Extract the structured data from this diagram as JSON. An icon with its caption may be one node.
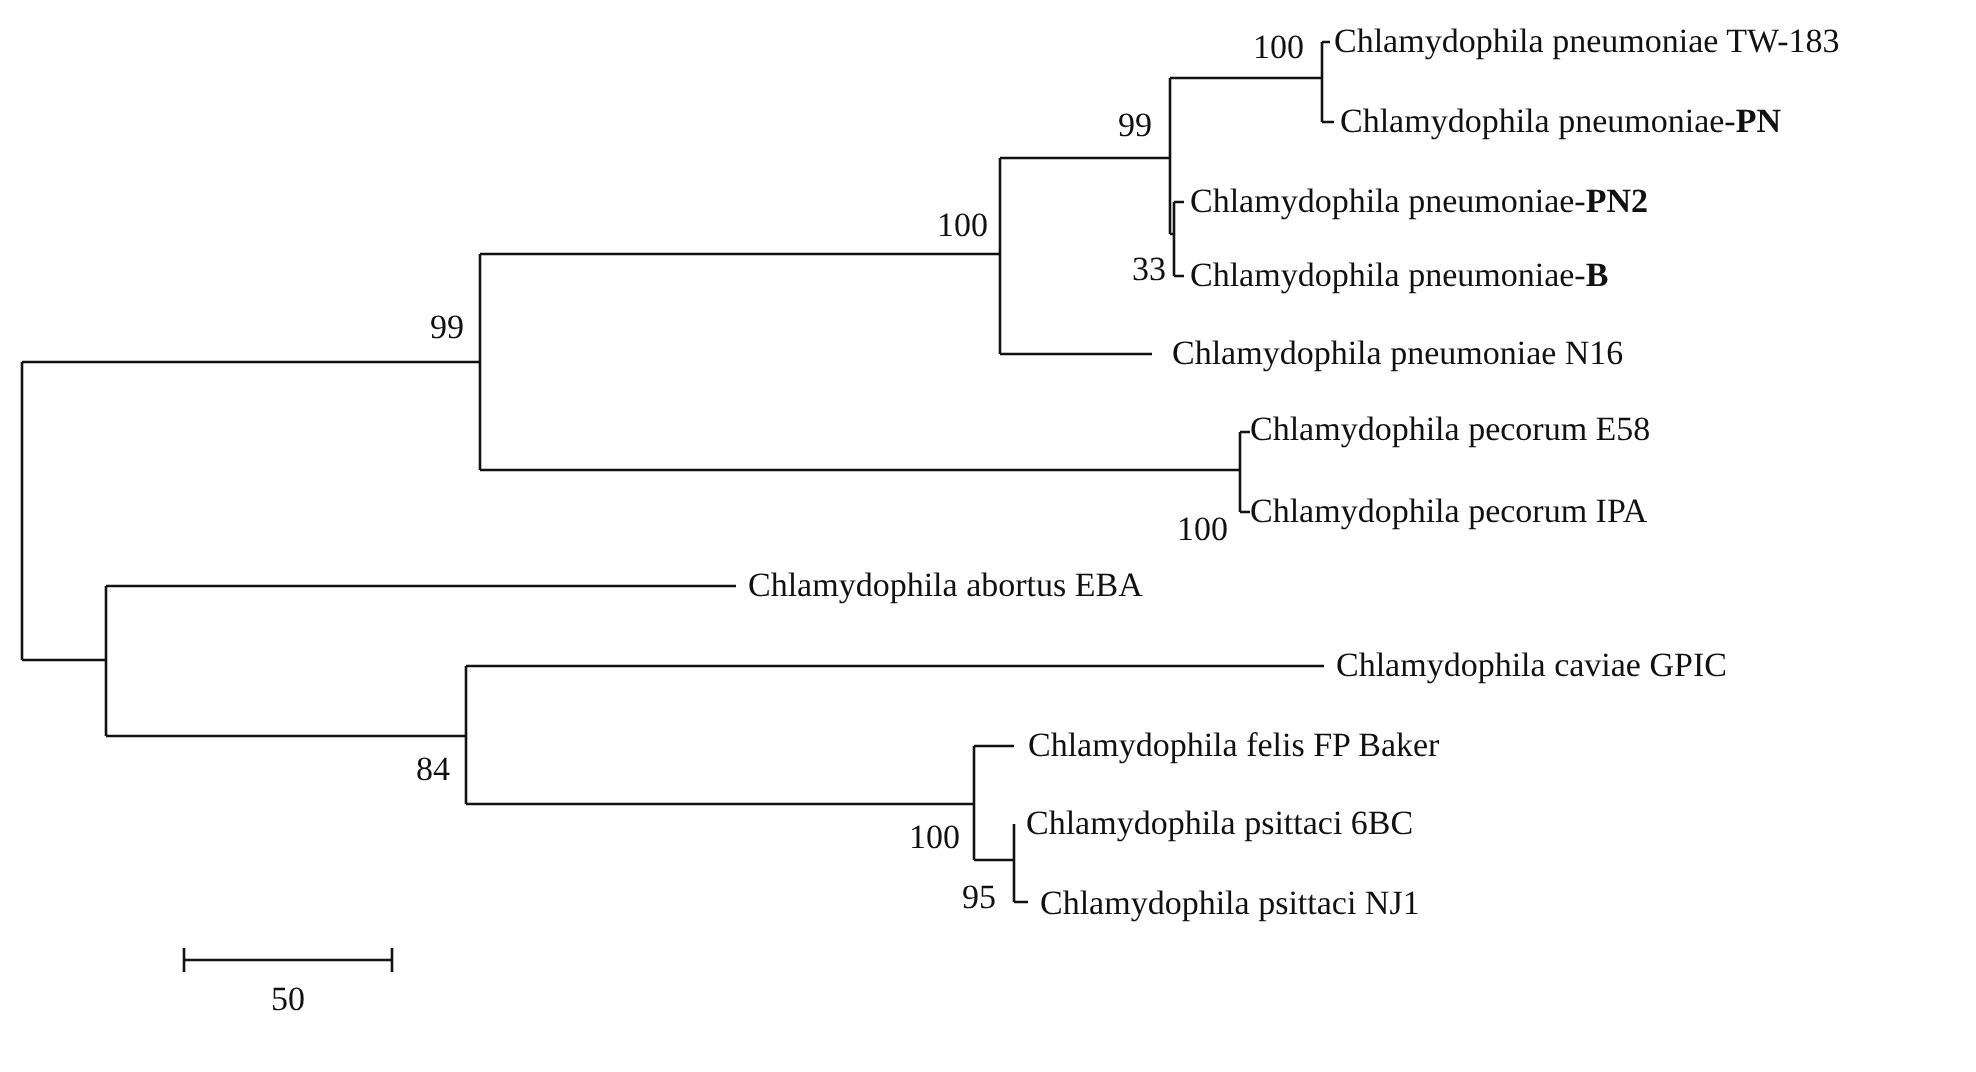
{
  "diagram": {
    "labels": [
      "100",
      "Chlamydophila pneumoniae TW-183",
      "Chlamydophila pneumoniae-**PN**",
      "99",
      "Chlamydophila pneumoniae-**PN2**",
      "100",
      "33",
      "Chlamydophila pneumoniae-**B**",
      "99",
      "Chlamydophila pneumoniae N16",
      "Chlamydophila pecorum E58",
      "100",
      "Chlamydophila pecorum IPA",
      "Chlamydophila abortus EBA",
      "Chlamydophila caviae GPIC",
      "Chlamydophila felis FP Baker",
      "84",
      "100",
      "Chlamydophila psittaci 6BC",
      "95",
      "Chlamydophila psittaci NJ1",
      "50"
    ]
  }
}
